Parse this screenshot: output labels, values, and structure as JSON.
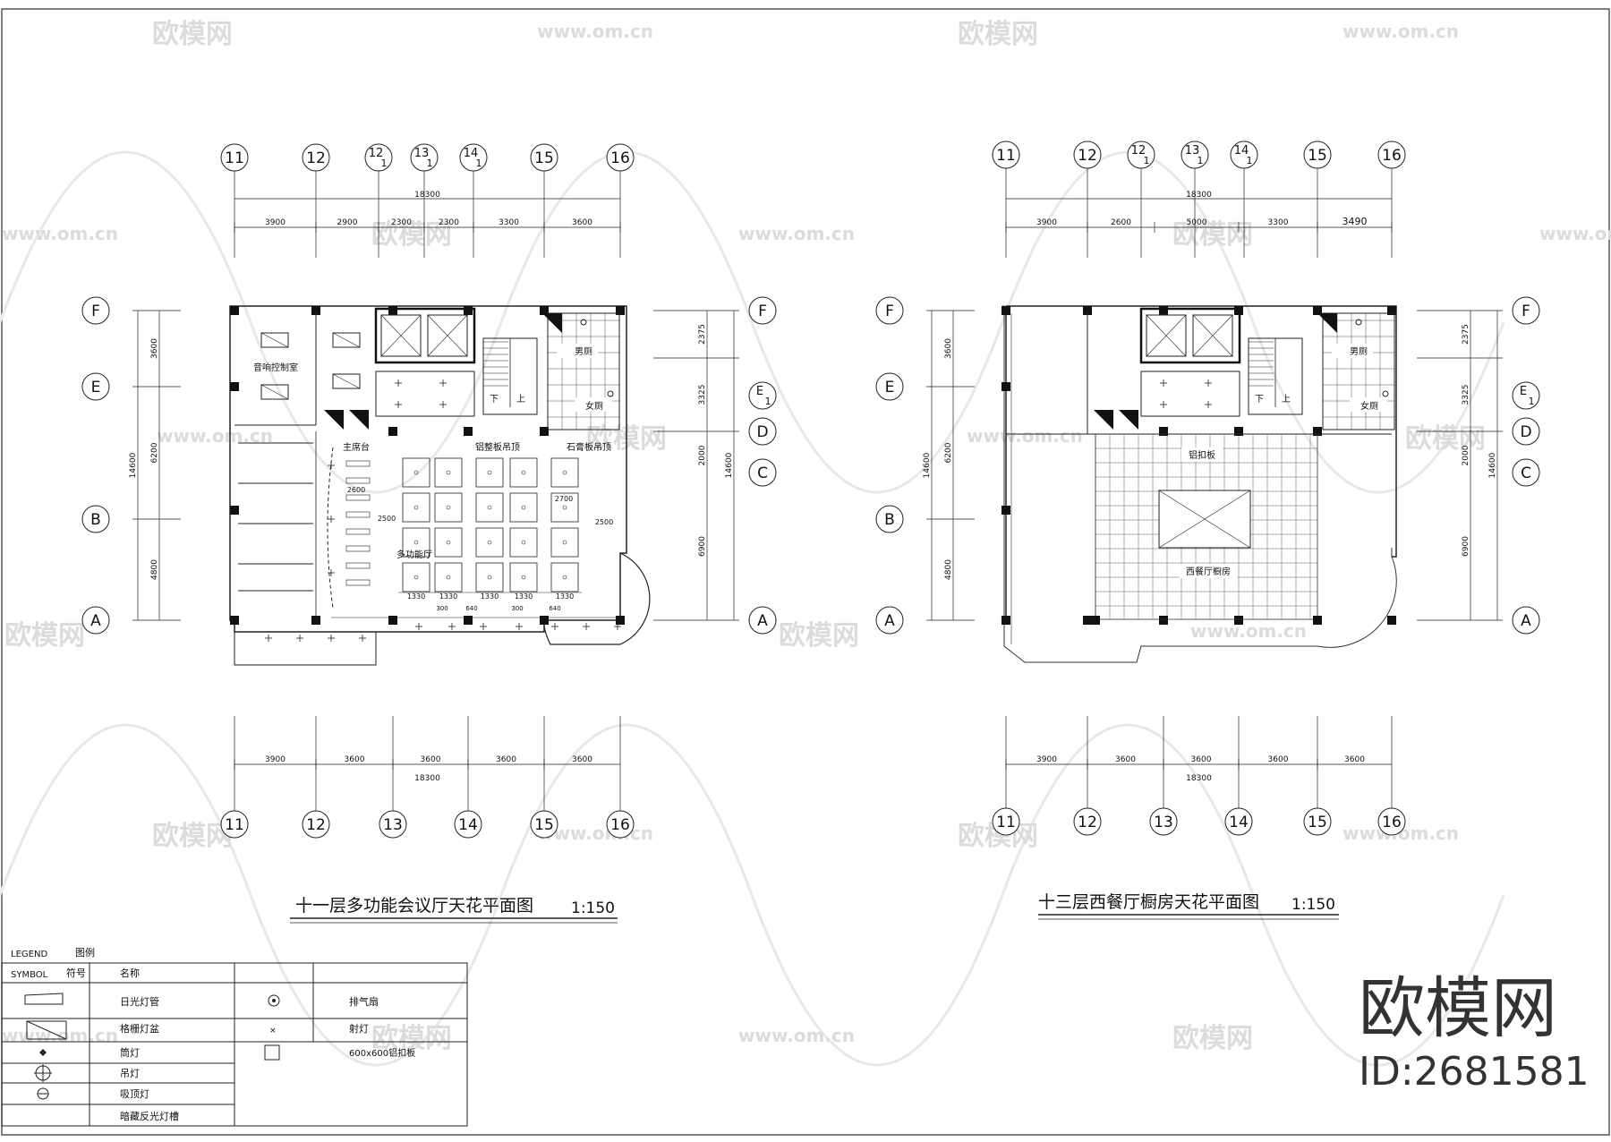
{
  "watermark": {
    "brand": "欧模网",
    "site": "www.om.cn"
  },
  "left_plan": {
    "title": "十一层多功能会议厅天花平面图",
    "scale": "1:150",
    "top_axes": [
      "11",
      "12",
      "12",
      "13",
      "14",
      "15",
      "16"
    ],
    "top_axis_subs": [
      "",
      "",
      "1",
      "1",
      "1",
      "",
      ""
    ],
    "bottom_axes": [
      "11",
      "12",
      "13",
      "14",
      "15",
      "16"
    ],
    "row_axes_left": [
      "F",
      "E",
      "B",
      "A"
    ],
    "row_axes_right": [
      "F",
      "E",
      "D",
      "C",
      "A"
    ],
    "row_axis_right_sub": "1",
    "top_total": "18300",
    "top_dims": [
      "3900",
      "2900",
      "2300",
      "2300",
      "3300",
      "3600"
    ],
    "bottom_dims": [
      "3900",
      "3600",
      "3600",
      "3600",
      "3600"
    ],
    "bottom_total": "18300",
    "left_dims": [
      "3600",
      "6200",
      "4800"
    ],
    "left_total": "14600",
    "right_dims": [
      "2375",
      "3325",
      "2000",
      "6900"
    ],
    "right_total": "14600",
    "rooms": {
      "sound_control": "音响控制室",
      "mens": "男厕",
      "womens": "女厕",
      "down": "下",
      "up": "上",
      "stage": "主席台",
      "aluminum": "铝整板吊顶",
      "gypsum": "石膏板吊顶",
      "hall": "多功能厅"
    },
    "grid_dims": [
      "1330",
      "1330",
      "1330",
      "1330",
      "1330"
    ],
    "misc_dims": [
      "2600",
      "2500",
      "2700",
      "2500",
      "300",
      "640",
      "300",
      "640"
    ]
  },
  "right_plan": {
    "title": "十三层西餐厅橱房天花平面图",
    "scale": "1:150",
    "top_axes": [
      "11",
      "12",
      "12",
      "13",
      "14",
      "15",
      "16"
    ],
    "top_axis_subs": [
      "",
      "",
      "1",
      "1",
      "1",
      "",
      ""
    ],
    "bottom_axes": [
      "11",
      "12",
      "13",
      "14",
      "15",
      "16"
    ],
    "row_axes_left": [
      "F",
      "E",
      "B",
      "A"
    ],
    "row_axes_right": [
      "F",
      "E",
      "D",
      "C",
      "A"
    ],
    "row_axis_right_sub": "1",
    "top_total": "18300",
    "top_dims": [
      "3900",
      "2600",
      "5000",
      "3300",
      "3490"
    ],
    "bottom_dims": [
      "3900",
      "3600",
      "3600",
      "3600",
      "3600"
    ],
    "bottom_total": "18300",
    "left_dims": [
      "3600",
      "6200",
      "4800"
    ],
    "left_total": "14600",
    "right_dims": [
      "2375",
      "3325",
      "2000",
      "6900"
    ],
    "right_total": "14600",
    "rooms": {
      "mens": "男厕",
      "womens": "女厕",
      "down": "下",
      "up": "上",
      "panel": "铝扣板",
      "kitchen": "西餐厅橱房"
    }
  },
  "legend": {
    "title": "LEGEND",
    "title_cn": "图例",
    "symbol_header": "SYMBOL",
    "symbol_header_cn": "符号",
    "name_header": "名称",
    "items_left": [
      "日光灯管",
      "格栅灯盆",
      "筒灯",
      "吊灯",
      "吸顶灯",
      "暗藏反光灯槽"
    ],
    "items_right": [
      "排气扇",
      "射灯",
      "600x600铝扣板"
    ]
  },
  "brand_block": {
    "name": "欧模网",
    "id": "ID:2681581"
  }
}
